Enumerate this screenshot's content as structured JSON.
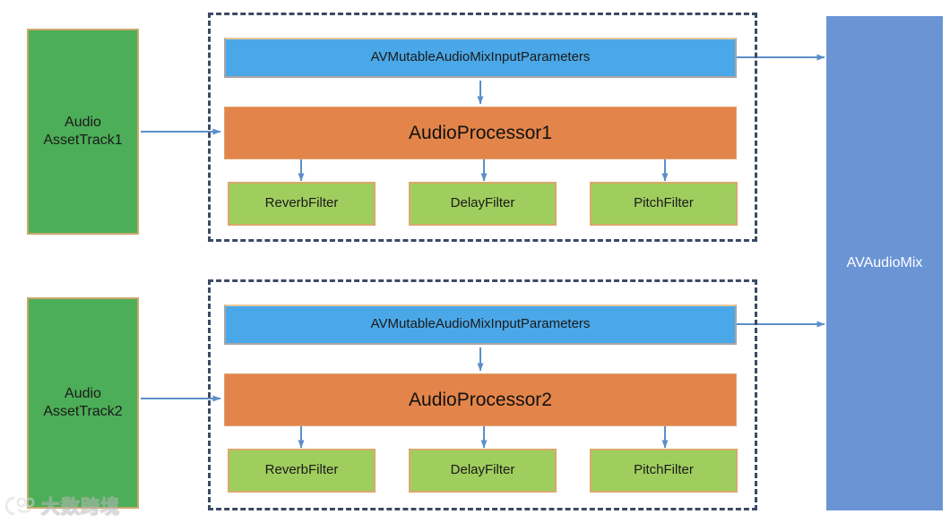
{
  "diagram": {
    "title": "AVAudioMix audio processing pipeline",
    "colors": {
      "track_green": "#4CAE58",
      "params_blue": "#4BA8E8",
      "processor_orange": "#E3854A",
      "filter_green": "#A0CE5E",
      "mix_blue": "#6A94D4",
      "dash_border": "#3B4A66",
      "arrow": "#5B8FC7",
      "tan_border": "#C8A96A"
    },
    "tracks": [
      {
        "line1": "Audio",
        "line2": "AssetTrack1"
      },
      {
        "line1": "Audio",
        "line2": "AssetTrack2"
      }
    ],
    "groups": [
      {
        "params_label": "AVMutableAudioMixInputParameters",
        "processor_label": "AudioProcessor1",
        "filters": [
          "ReverbFilter",
          "DelayFilter",
          "PitchFilter"
        ]
      },
      {
        "params_label": "AVMutableAudioMixInputParameters",
        "processor_label": "AudioProcessor2",
        "filters": [
          "ReverbFilter",
          "DelayFilter",
          "PitchFilter"
        ]
      }
    ],
    "output": {
      "label": "AVAudioMix"
    },
    "watermark": {
      "text": "大数跨境"
    }
  }
}
